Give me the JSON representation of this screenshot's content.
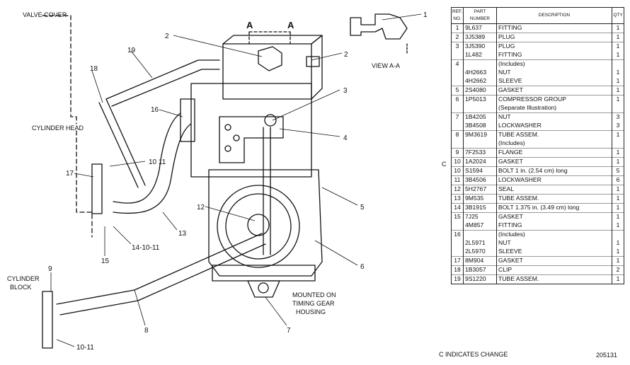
{
  "diagram": {
    "labels": {
      "valve_cover": "VALVE COVER",
      "cylinder_head": "CYLINDER HEAD",
      "cylinder_block_1": "CYLINDER",
      "cylinder_block_2": "BLOCK",
      "view_aa": "VIEW A-A",
      "section_a_left": "A",
      "section_a_right": "A",
      "mounted_1": "MOUNTED ON",
      "mounted_2": "TIMING GEAR",
      "mounted_3": "HOUSING"
    },
    "callouts": {
      "c1": "1",
      "c2a": "2",
      "c2b": "2",
      "c3": "3",
      "c4": "4",
      "c5": "5",
      "c6": "6",
      "c7": "7",
      "c8": "8",
      "c9": "9",
      "c10_11a": "10 11",
      "c10_11b": "10-11",
      "c12": "12",
      "c13": "13",
      "c14_10_11": "14-10-11",
      "c15": "15",
      "c16": "16",
      "c17": "17",
      "c18": "18",
      "c19": "19"
    }
  },
  "parts_table": {
    "headers": {
      "ref": "REF. NO.",
      "part": "PART NUMBER",
      "desc": "DESCRIPTION",
      "qty": "QTY"
    },
    "rows": [
      {
        "ref": "1",
        "part": "9L637",
        "desc": "FITTING",
        "qty": "1"
      },
      {
        "ref": "2",
        "part": "3J5389",
        "desc": "PLUG",
        "qty": "1"
      },
      {
        "ref": "3",
        "part": "3J5390",
        "desc": "PLUG",
        "qty": "1"
      },
      {
        "ref": "",
        "part": "1L482",
        "desc": "FITTING",
        "qty": "1"
      },
      {
        "ref": "4",
        "part": "",
        "desc": "(Includes)",
        "qty": ""
      },
      {
        "ref": "",
        "part": "4H2663",
        "desc": "NUT",
        "qty": "1"
      },
      {
        "ref": "",
        "part": "4H2662",
        "desc": "SLEEVE",
        "qty": "1"
      },
      {
        "ref": "5",
        "part": "2S4080",
        "desc": "GASKET",
        "qty": "1"
      },
      {
        "ref": "6",
        "part": "1P5013",
        "desc": "COMPRESSOR GROUP",
        "qty": "1"
      },
      {
        "ref": "",
        "part": "",
        "desc": "(Separate Illustration)",
        "qty": ""
      },
      {
        "ref": "7",
        "part": "1B4205",
        "desc": "NUT",
        "qty": "3"
      },
      {
        "ref": "",
        "part": "3B4508",
        "desc": "LOCKWASHER",
        "qty": "3"
      },
      {
        "ref": "8",
        "part": "9M3619",
        "desc": "TUBE ASSEM.",
        "qty": "1"
      },
      {
        "ref": "",
        "part": "",
        "desc": "(Includes)",
        "qty": ""
      },
      {
        "ref": "9",
        "part": "7F2533",
        "desc": "FLANGE",
        "qty": "1"
      },
      {
        "ref": "10",
        "part": "1A2024",
        "desc": "GASKET",
        "qty": "1"
      },
      {
        "ref": "10",
        "part": "S1594",
        "desc": "BOLT 1 in. (2.54 cm) long",
        "qty": "5"
      },
      {
        "ref": "11",
        "part": "3B4506",
        "desc": "LOCKWASHER",
        "qty": "6"
      },
      {
        "ref": "12",
        "part": "5H2767",
        "desc": "SEAL",
        "qty": "1"
      },
      {
        "ref": "13",
        "part": "9M535",
        "desc": "TUBE ASSEM.",
        "qty": "1"
      },
      {
        "ref": "14",
        "part": "3B1915",
        "desc": "BOLT 1.375 in. (3.49 cm) long",
        "qty": "1"
      },
      {
        "ref": "15",
        "part": "7J25",
        "desc": "GASKET",
        "qty": "1"
      },
      {
        "ref": "",
        "part": "4M857",
        "desc": "FITTING",
        "qty": "1"
      },
      {
        "ref": "16",
        "part": "",
        "desc": "(Includes)",
        "qty": ""
      },
      {
        "ref": "",
        "part": "2L5971",
        "desc": "NUT",
        "qty": "1"
      },
      {
        "ref": "",
        "part": "2L5970",
        "desc": "SLEEVE",
        "qty": "1"
      },
      {
        "ref": "17",
        "part": "8M904",
        "desc": "GASKET",
        "qty": "1"
      },
      {
        "ref": "18",
        "part": "1B3057",
        "desc": "CLIP",
        "qty": "2"
      },
      {
        "ref": "19",
        "part": "9S1220",
        "desc": "TUBE ASSEM.",
        "qty": "1"
      }
    ]
  },
  "change_mark": "C",
  "footer": {
    "change_note": "C INDICATES CHANGE",
    "drawing_number": "205131"
  }
}
